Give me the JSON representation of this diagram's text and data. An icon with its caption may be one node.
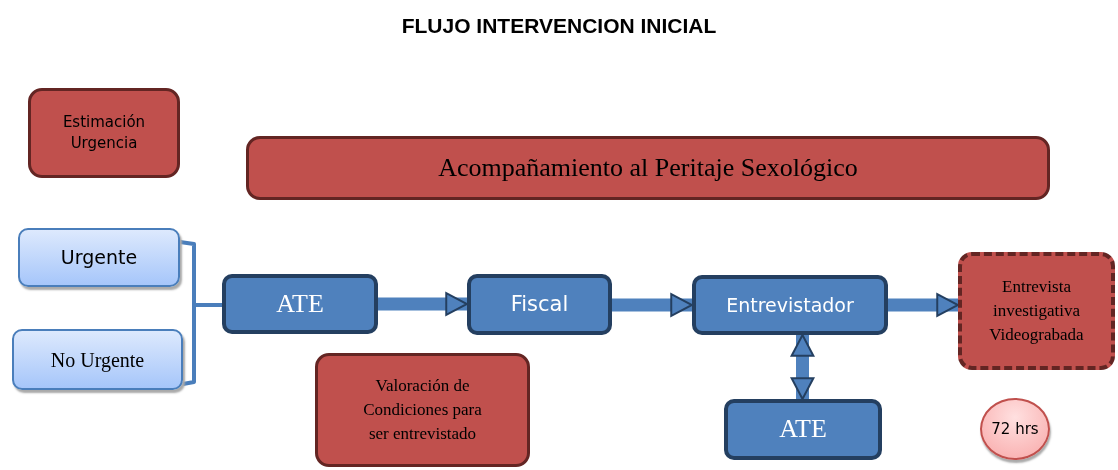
{
  "diagram": {
    "title": "FLUJO INTERVENCION INICIAL",
    "nodes": [
      {
        "text": [
          "Estimación Urgencia"
        ]
      },
      {
        "text": [
          "Acompañamiento al Peritaje Sexológico"
        ]
      },
      {
        "text": [
          "Urgente"
        ]
      },
      {
        "text": [
          "No Urgente"
        ]
      },
      {
        "text": [
          "ATE"
        ]
      },
      {
        "text": [
          "Fiscal"
        ]
      },
      {
        "text": [
          "Entrevistador"
        ]
      },
      {
        "text": [
          "Entrevista investigativa Videograbada"
        ]
      },
      {
        "text": [
          "Valoración de Condiciones para ser entrevistado"
        ]
      },
      {
        "text": [
          "ATE"
        ]
      },
      {
        "text": [
          "72 hrs"
        ]
      }
    ],
    "edges": [
      {
        "from": 2,
        "to": 4,
        "arrow": "none"
      },
      {
        "from": 3,
        "to": 4,
        "arrow": "none"
      },
      {
        "from": 4,
        "to": 5,
        "arrow": "to"
      },
      {
        "from": 5,
        "to": 6,
        "arrow": "to"
      },
      {
        "from": 6,
        "to": 7,
        "arrow": "to"
      },
      {
        "from": 6,
        "to": 9,
        "arrow": "both"
      }
    ]
  }
}
